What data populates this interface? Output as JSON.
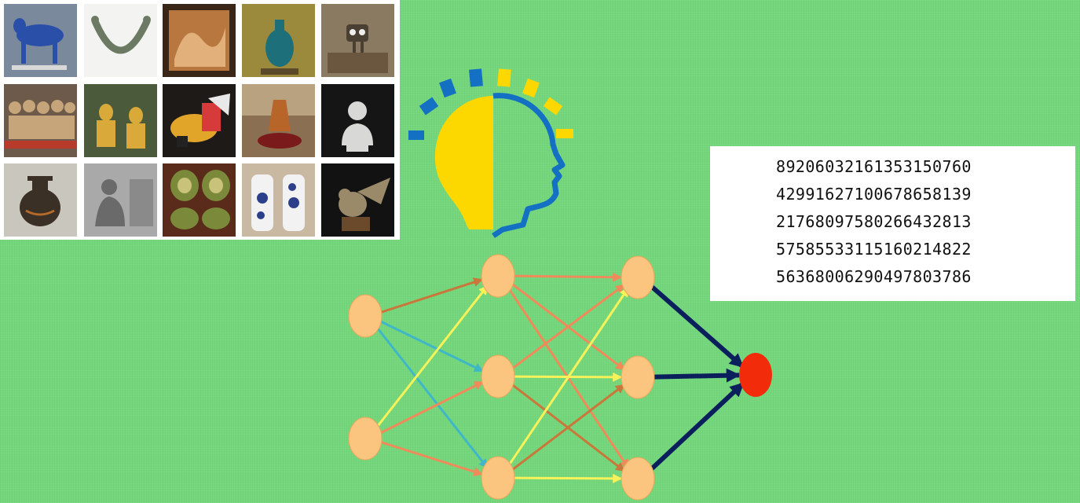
{
  "gallery": {
    "items": [
      {
        "subject": "blue-horse-statue-icon",
        "bg": "#7a8a9c",
        "accent": "#2a4fa8"
      },
      {
        "subject": "twisted-torc-icon",
        "bg": "#f3f3f1",
        "accent": "#6c7a63"
      },
      {
        "subject": "carved-relief-icon",
        "bg": "#3a2616",
        "accent": "#c98a55"
      },
      {
        "subject": "teal-vase-icon",
        "bg": "#9c8a3c",
        "accent": "#1d6f7a"
      },
      {
        "subject": "robot-figurine-icon",
        "bg": "#8a7a62",
        "accent": "#4a3f33"
      },
      {
        "subject": "figurine-crowd-icon",
        "bg": "#6d5a4a",
        "accent": "#c7a57a"
      },
      {
        "subject": "seated-statues-icon",
        "bg": "#4a5a3a",
        "accent": "#d9a93a"
      },
      {
        "subject": "painted-horse-icon",
        "bg": "#1e1a18",
        "accent": "#e1a52a"
      },
      {
        "subject": "sculpture-display-icon",
        "bg": "#8a6f52",
        "accent": "#b8652a"
      },
      {
        "subject": "marble-bust-icon",
        "bg": "#151515",
        "accent": "#d8d8d6"
      },
      {
        "subject": "ancient-jar-icon",
        "bg": "#c9c6bd",
        "accent": "#3a3026"
      },
      {
        "subject": "seated-figure-photo-icon",
        "bg": "#b9b9b9",
        "accent": "#6a6a6a"
      },
      {
        "subject": "ceramic-plates-icon",
        "bg": "#5a2a1a",
        "accent": "#7a8a3a"
      },
      {
        "subject": "blue-white-vases-icon",
        "bg": "#c9b9a2",
        "accent": "#2b3f8a"
      },
      {
        "subject": "winged-gargoyle-icon",
        "bg": "#121212",
        "accent": "#9a8a6a"
      }
    ]
  },
  "logo": {
    "name": "bulb-head-logo-icon",
    "colors": {
      "bulb": "#fcd700",
      "head": "#1470c3",
      "rays_yellow": "#fcd700",
      "rays_blue": "#1470c3"
    }
  },
  "digits": {
    "lines": [
      "89206032161353150760",
      "42991627100678658139",
      "21768097580266432813",
      "57585533115160214822",
      "56368006290497803786"
    ]
  },
  "network": {
    "colors": {
      "node": "#fbc47f",
      "node_stroke": "#e6a95c",
      "output_node": "#f22b0a",
      "edge_brown": "#c9773a",
      "edge_cyan": "#3fb7c8",
      "edge_yellow": "#f7f25a",
      "edge_salmon": "#f08a5a",
      "edge_navy": "#0b1f5c"
    }
  }
}
